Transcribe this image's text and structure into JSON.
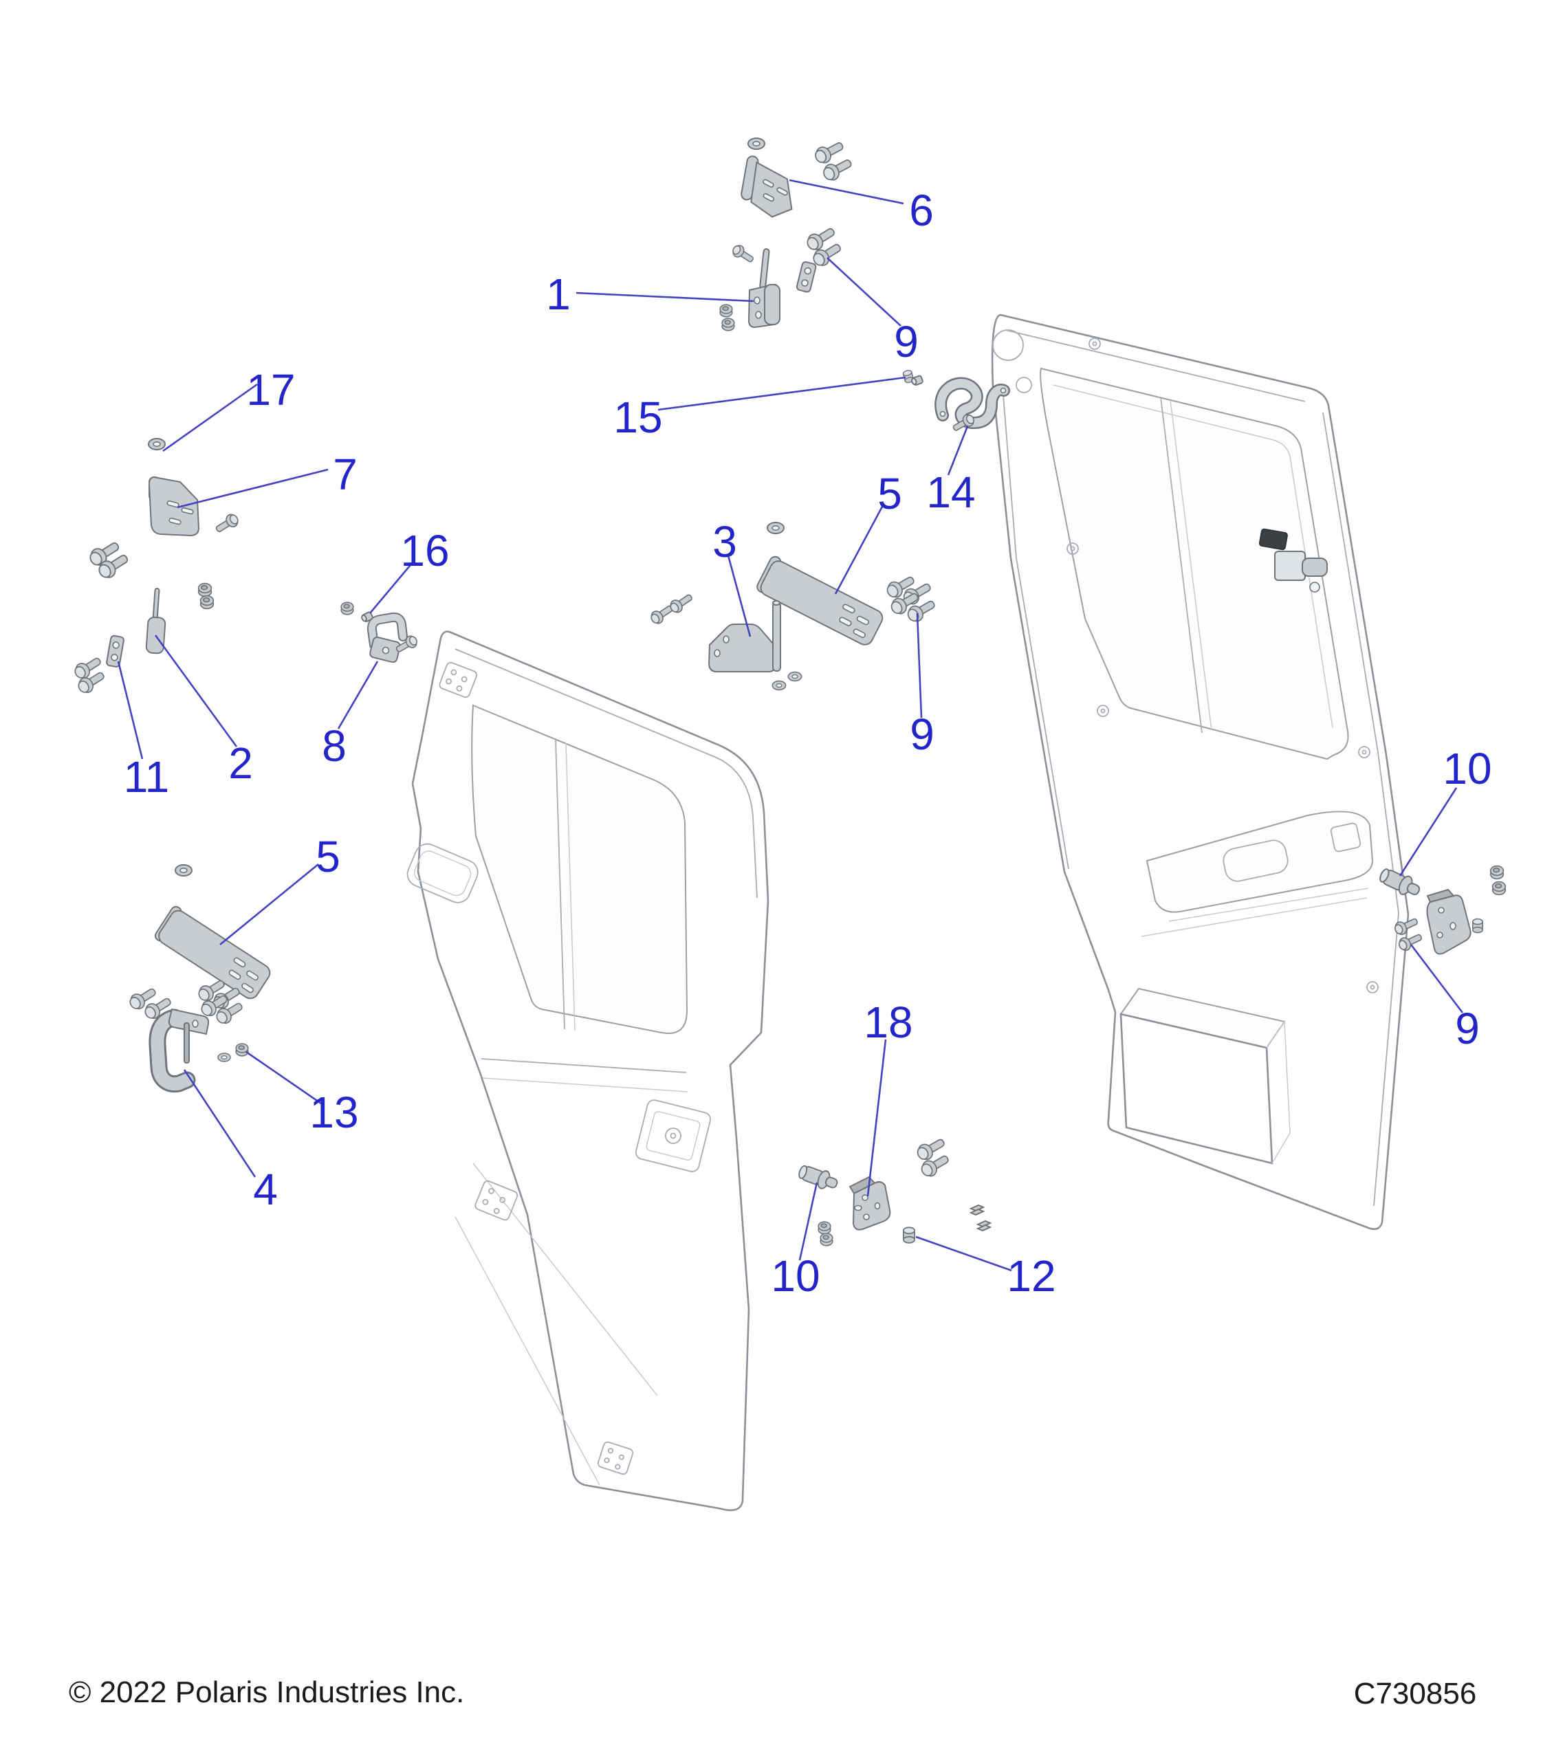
{
  "page": {
    "background": "#ffffff"
  },
  "colors": {
    "callout_text": "#2424cb",
    "leader_line": "#4343bf",
    "part_fill": "#c9cdd2",
    "part_stroke": "#6e747a",
    "door_stroke": "#8b9197"
  },
  "footer": {
    "copyright": "© 2022 Polaris Industries Inc.",
    "drawing_code": "C730856"
  },
  "callouts": [
    {
      "id": "callout-6",
      "label": "6"
    },
    {
      "id": "callout-1",
      "label": "1"
    },
    {
      "id": "callout-9-top",
      "label": "9"
    },
    {
      "id": "callout-17",
      "label": "17"
    },
    {
      "id": "callout-15",
      "label": "15"
    },
    {
      "id": "callout-7",
      "label": "7"
    },
    {
      "id": "callout-5-mid",
      "label": "5"
    },
    {
      "id": "callout-14",
      "label": "14"
    },
    {
      "id": "callout-3",
      "label": "3"
    },
    {
      "id": "callout-16",
      "label": "16"
    },
    {
      "id": "callout-2",
      "label": "2"
    },
    {
      "id": "callout-11",
      "label": "11"
    },
    {
      "id": "callout-8",
      "label": "8"
    },
    {
      "id": "callout-9-mid",
      "label": "9"
    },
    {
      "id": "callout-10-right",
      "label": "10"
    },
    {
      "id": "callout-5-left",
      "label": "5"
    },
    {
      "id": "callout-9-right",
      "label": "9"
    },
    {
      "id": "callout-18",
      "label": "18"
    },
    {
      "id": "callout-13",
      "label": "13"
    },
    {
      "id": "callout-4",
      "label": "4"
    },
    {
      "id": "callout-10-bottom",
      "label": "10"
    },
    {
      "id": "callout-12",
      "label": "12"
    }
  ]
}
